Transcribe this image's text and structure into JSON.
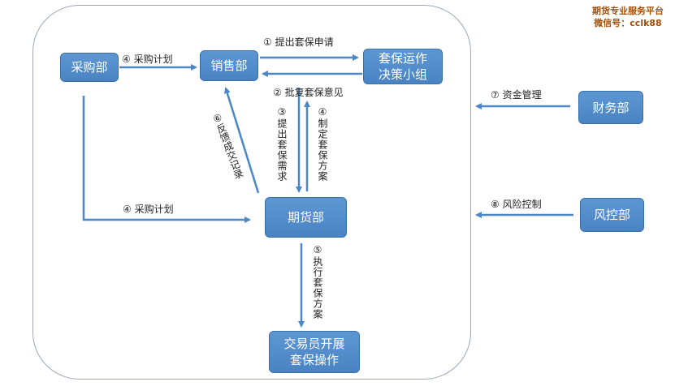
{
  "watermark": {
    "line1": "期货专业服务平台",
    "line2": "微信号：cclk88"
  },
  "nodes": {
    "purchase": "采购部",
    "sales": "销售部",
    "hedge_committee_line1": "套保运作",
    "hedge_committee_line2": "决策小组",
    "futures": "期货部",
    "trader_line1": "交易员开展",
    "trader_line2": "套保操作",
    "finance": "财务部",
    "risk_control": "风控部"
  },
  "labels": {
    "purchase_plan_top": "④ 采购计划",
    "submit_hedge_application": "① 提出套保申请",
    "approve_hedge_opinion": "② 批复套保意见",
    "submit_hedge_demand": "③提出套保需求",
    "formulate_hedge_plan": "④制定套保方案",
    "feedback_records": "⑥反馈成交记录",
    "purchase_plan_bottom": "④ 采购计划",
    "execute_hedge_plan": "⑤执行套保方案",
    "fund_management": "⑦ 资金管理",
    "risk_control_label": "⑧ 风险控制"
  }
}
